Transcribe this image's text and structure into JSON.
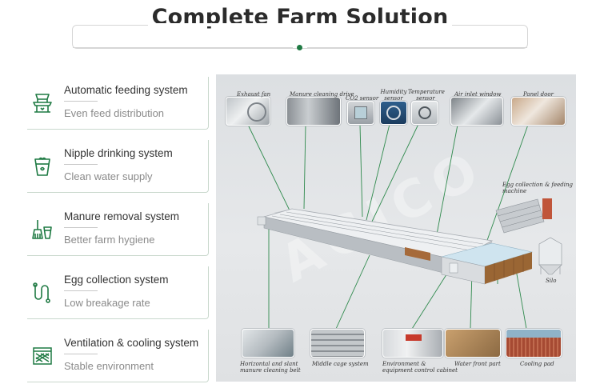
{
  "header": {
    "title": "Complete Farm Solution"
  },
  "features": [
    {
      "title": "Automatic feeding system",
      "subtitle": "Even feed distribution",
      "icon": "feeder-icon"
    },
    {
      "title": "Nipple drinking system",
      "subtitle": "Clean water supply",
      "icon": "water-cup-icon"
    },
    {
      "title": "Manure removal system",
      "subtitle": "Better farm hygiene",
      "icon": "broom-bucket-icon"
    },
    {
      "title": "Egg collection system",
      "subtitle": "Low breakage rate",
      "icon": "conveyor-hook-icon"
    },
    {
      "title": "Ventilation & cooling system",
      "subtitle": "Stable environment",
      "icon": "cooling-pad-icon"
    }
  ],
  "diagram": {
    "top_labels": {
      "exhaust_fan": "Exhaust fan",
      "manure_cleaning_drive": "Manure cleaning drive",
      "co2_sensor": "CO2 sensor",
      "humidity_sensor_1": "Humidity",
      "humidity_sensor_2": "sensor",
      "temperature_sensor_1": "Temperature",
      "temperature_sensor_2": "sensor",
      "air_inlet_window": "Air inlet window",
      "panel_door": "Panel door"
    },
    "side_labels": {
      "egg_collection_1": "Egg collection & feeding",
      "egg_collection_2": "machine",
      "silo": "Silo"
    },
    "bottom_labels": {
      "manure_belt_1": "Horizontal and slant",
      "manure_belt_2": "manure cleaning belt",
      "middle_cage": "Middle cage system",
      "control_cabinet_1": "Environment &",
      "control_cabinet_2": "equipment control cabinet",
      "water_front": "Water front part",
      "cooling_pad": "Cooling pad"
    },
    "watermark": "AGICO",
    "colors": {
      "accent": "#1f7a43",
      "callout_line": "#2f8a4d",
      "panel_bg": "#e3e5e7"
    }
  }
}
